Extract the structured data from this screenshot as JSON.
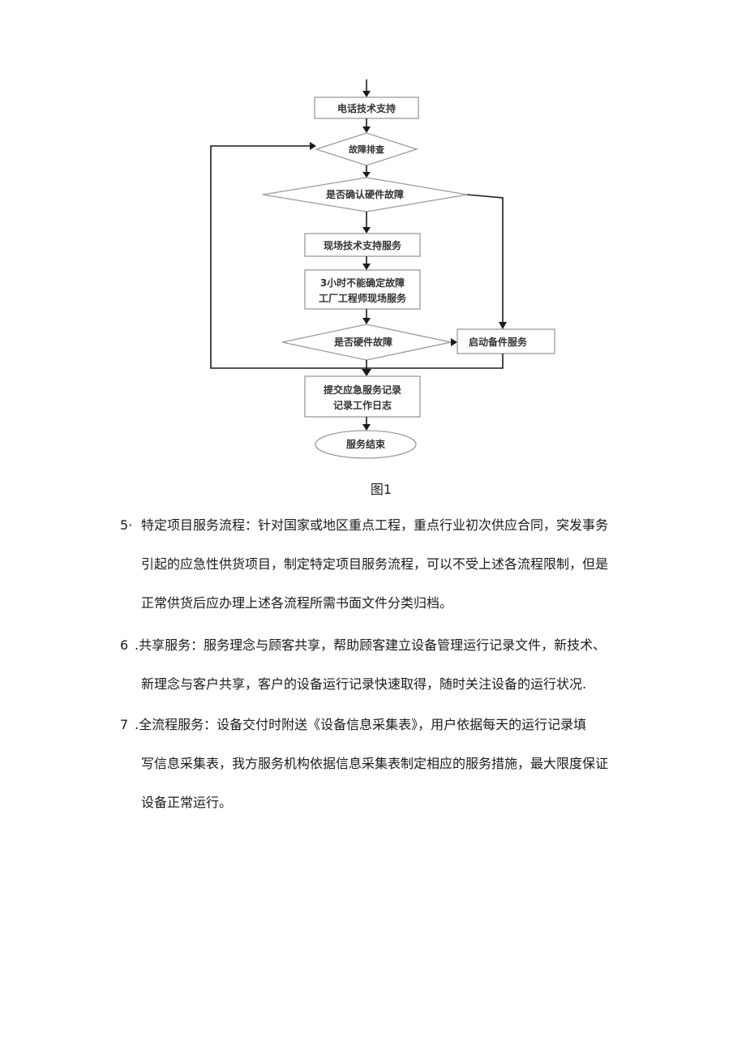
{
  "flowchart": {
    "nodes": {
      "phone_support": "电话技术支持",
      "fault_diagnosis": "故障排查",
      "confirm_hardware": "是否确认硬件故障",
      "onsite_support": "现场技术支持服务",
      "three_hour_line1": "3小时不能确定故障",
      "three_hour_line2": "工厂工程师现场服务",
      "is_hardware": "是否硬件故障",
      "spare_service": "启动备件服务",
      "submit_line1": "提交应急服务记录",
      "submit_line2": "记录工作日志",
      "service_end": "服务结束"
    },
    "caption": "图1"
  },
  "items": [
    {
      "num": "5·",
      "lines": [
        "特定项目服务流程：针对国家或地区重点工程，重点行业初次供应合同，突发事务",
        "引起的应急性供货项目，制定特定项目服务流程，可以不受上述各流程限制，但是",
        "正常供货后应办理上述各流程所需书面文件分类归档。"
      ]
    },
    {
      "num": "6",
      "lines": [
        ".共享服务：服务理念与顾客共享，帮助顾客建立设备管理运行记录文件，新技术、",
        "新理念与客户共享，客户的设备运行记录快速取得，随时关注设备的运行状况."
      ]
    },
    {
      "num": "7",
      "lines": [
        ".全流程服务：设备交付时附送《设备信息采集表》，用户依据每天的运行记录填",
        "写信息采集表，我方服务机构依据信息采集表制定相应的服务措施，最大限度保证",
        "设备正常运行。"
      ]
    }
  ]
}
